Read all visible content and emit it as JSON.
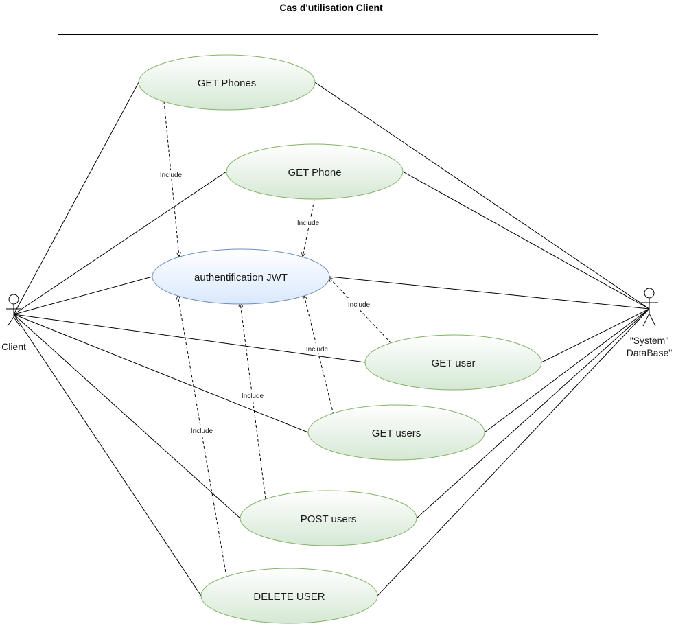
{
  "title": "Cas d'utilisation Client",
  "actors": {
    "client": {
      "label": "Client"
    },
    "system": {
      "label_line1": "\"System\"",
      "label_line2": "DataBase\""
    }
  },
  "use_cases": {
    "get_phones": "GET Phones",
    "get_phone": "GET Phone",
    "auth": "authentification JWT",
    "get_user": "GET user",
    "get_users": "GET users",
    "post_users": "POST users",
    "delete_user": "DELETE USER"
  },
  "include_label": "Include",
  "colors": {
    "usecase_fill_top": "#ffffff",
    "usecase_fill_bottom": "#d5e8d4",
    "usecase_stroke": "#82b366",
    "auth_fill_top": "#ffffff",
    "auth_fill_bottom": "#dae8fc",
    "auth_stroke": "#6c8ebf",
    "line": "#000000"
  }
}
